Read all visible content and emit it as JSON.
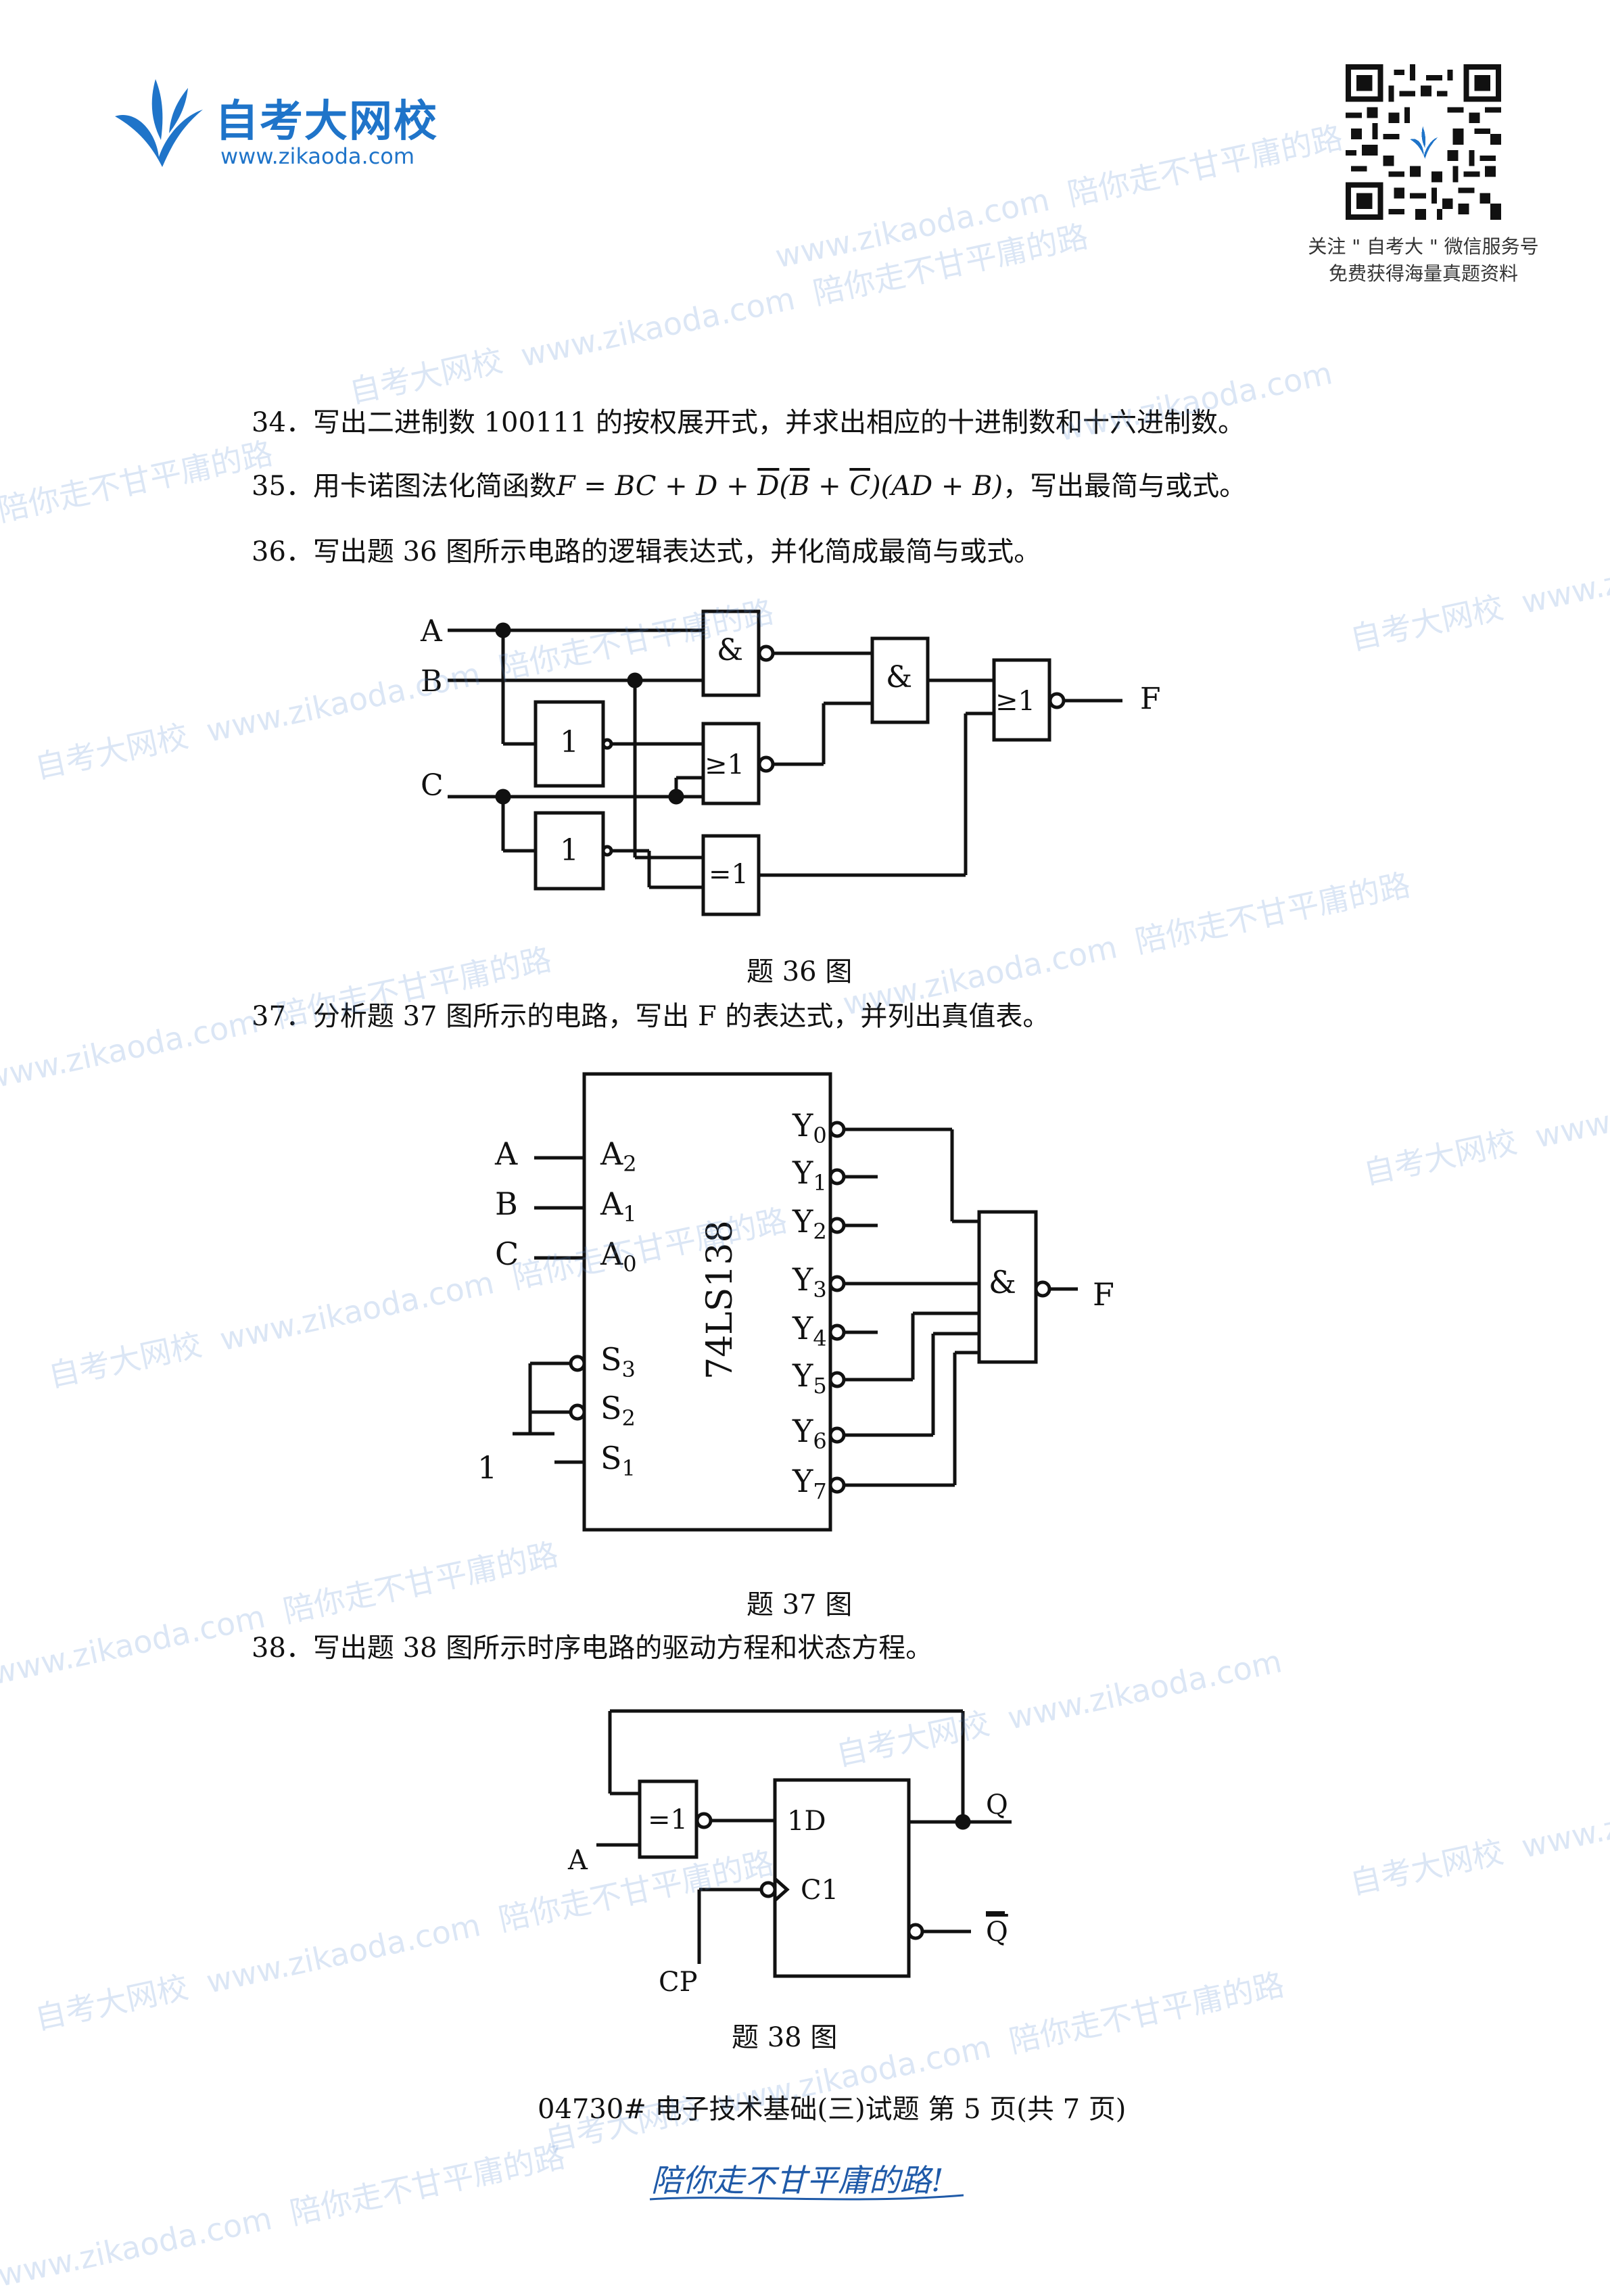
{
  "header": {
    "logo_name": "自考大网校",
    "logo_url": "www.zikaoda.com",
    "qr_caption_line1": "关注 \" 自考大 \" 微信服务号",
    "qr_caption_line2": "免费获得海量真题资料"
  },
  "watermark": {
    "site": "www.zikaoda.com",
    "brand": "自考大网校",
    "slogan": "陪你走不甘平庸的路"
  },
  "questions": {
    "q34": "34．写出二进制数 100111 的按权展开式，并求出相应的十进制数和十六进制数。",
    "q35_prefix": "35．用卡诺图法化简函数",
    "q35_formula_a": "F = BC + D + ",
    "q35_formula_d": "D",
    "q35_formula_open": "(",
    "q35_formula_b": "B",
    "q35_formula_plus": " + ",
    "q35_formula_c": "C",
    "q35_formula_close": ")(AD + B)",
    "q35_suffix": "，写出最简与或式。",
    "q36": "36．写出题 36 图所示电路的逻辑表达式，并化简成最简与或式。",
    "q37": "37．分析题 37 图所示的电路，写出 F 的表达式，并列出真值表。",
    "q38": "38．写出题 38 图所示时序电路的驱动方程和状态方程。"
  },
  "fig36": {
    "caption": "题 36 图",
    "in_a": "A",
    "in_b": "B",
    "in_c": "C",
    "out_f": "F",
    "gate_and": "&",
    "gate_not": "1",
    "gate_or": "≥1",
    "gate_xor": "=1"
  },
  "fig37": {
    "caption": "题 37 图",
    "chip": "74LS138",
    "in_a": "A",
    "in_b": "B",
    "in_c": "C",
    "in_one": "1",
    "out_f": "F",
    "gate_and": "&",
    "pin_a": "A",
    "pin_s": "S",
    "sub": [
      "2",
      "1",
      "0",
      "3",
      "2",
      "1"
    ],
    "pin_y": "Y",
    "ysub": [
      "0",
      "1",
      "2",
      "3",
      "4",
      "5",
      "6",
      "7"
    ]
  },
  "fig38": {
    "caption": "题 38 图",
    "gate_xor": "=1",
    "pin_d": "1D",
    "pin_c": "C1",
    "in_a": "A",
    "in_cp": "CP",
    "out_q": "Q",
    "out_qn": "Q"
  },
  "footer": {
    "page_line": "04730# 电子技术基础(三)试题 第 5 页(共 7 页)",
    "slogan_script": "陪你走不甘平庸的路!"
  }
}
